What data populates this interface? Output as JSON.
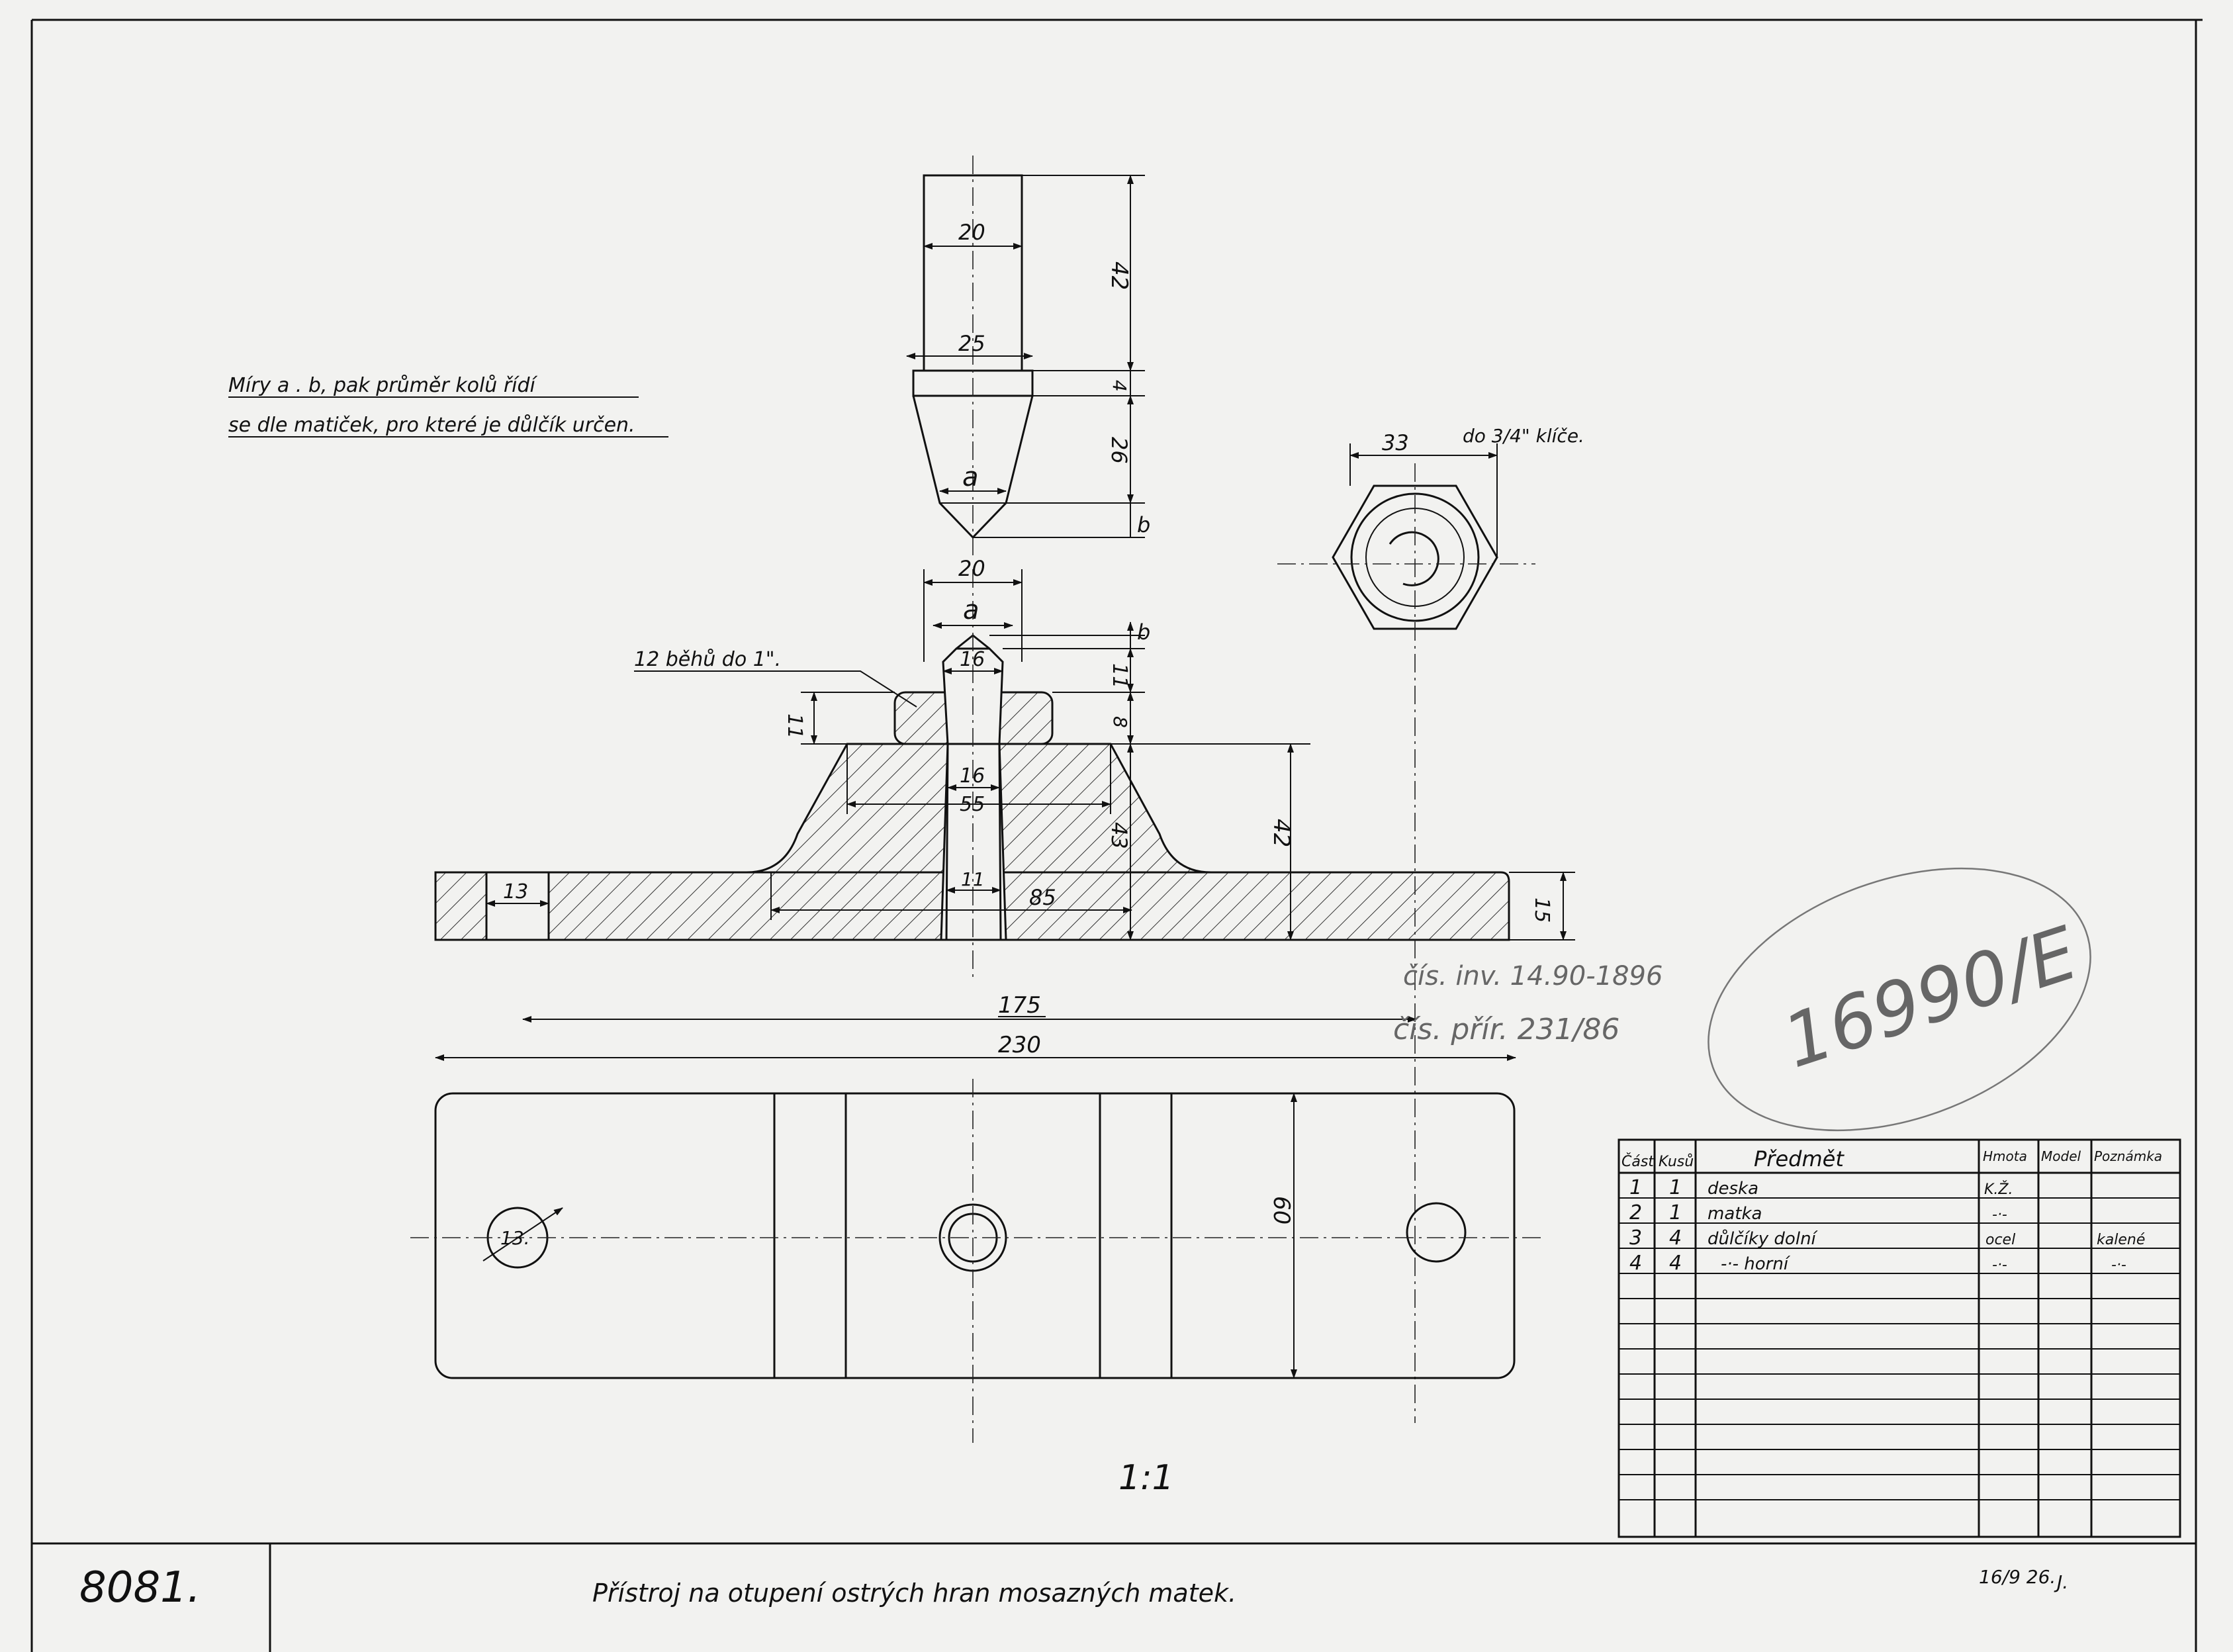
{
  "note": {
    "line1": "Míry a . b, pak průměr kolů řídí",
    "line2": "se dle matiček, pro které je důlčík určen."
  },
  "dims": {
    "d20_top": "20",
    "d42_top": "42",
    "d25": "25",
    "d4": "4",
    "d26": "26",
    "a_top": "a",
    "b_top": "b",
    "d20_mid": "20",
    "a_mid": "a",
    "b_mid": "b",
    "d16_top": "16",
    "d11_right": "11",
    "d8": "8",
    "d11_left": "11",
    "thread": "12 běhů do 1\".",
    "d16_low": "16",
    "d55": "55",
    "d43": "43",
    "d42_base": "42",
    "d13_base": "13",
    "d11_bot": "11",
    "d85": "85",
    "d15": "15",
    "d175": "175",
    "d230": "230",
    "d60": "60",
    "d13_hole": "13.",
    "d33": "33",
    "key": "do 3/4\" klíče."
  },
  "pencil": {
    "inv": "čís. inv. 14.90-1896",
    "pril": "čís. přír. 231/86",
    "stamp": "16990/E"
  },
  "scale": "1:1",
  "bom": {
    "headers": [
      "Část",
      "Kusů",
      "Předmět",
      "Hmota",
      "Model",
      "Poznámka"
    ],
    "rows": [
      [
        "1",
        "1",
        "deska",
        "K.Ž.",
        "",
        ""
      ],
      [
        "2",
        "1",
        "matka",
        "-·-",
        "",
        ""
      ],
      [
        "3",
        "4",
        "důlčíky dolní",
        "ocel",
        "",
        "kalené"
      ],
      [
        "4",
        "4",
        "-·- horní",
        "-·-",
        "",
        "-·-"
      ]
    ]
  },
  "titleblock": {
    "number": "8081.",
    "title": "Přístroj na otupení ostrých hran mosazných matek.",
    "date": "16/9 26.",
    "initials": "J."
  }
}
